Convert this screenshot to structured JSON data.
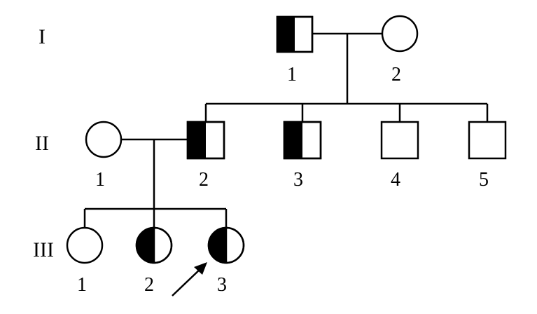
{
  "generations": [
    {
      "label": "I",
      "members": [
        {
          "number": "1",
          "sex": "male",
          "status": "half-affected"
        },
        {
          "number": "2",
          "sex": "female",
          "status": "unaffected"
        }
      ]
    },
    {
      "label": "II",
      "members": [
        {
          "number": "1",
          "sex": "female",
          "status": "unaffected"
        },
        {
          "number": "2",
          "sex": "male",
          "status": "half-affected"
        },
        {
          "number": "3",
          "sex": "male",
          "status": "half-affected"
        },
        {
          "number": "4",
          "sex": "male",
          "status": "unaffected"
        },
        {
          "number": "5",
          "sex": "male",
          "status": "unaffected"
        }
      ]
    },
    {
      "label": "III",
      "members": [
        {
          "number": "1",
          "sex": "female",
          "status": "unaffected"
        },
        {
          "number": "2",
          "sex": "female",
          "status": "half-affected"
        },
        {
          "number": "3",
          "sex": "female",
          "status": "half-affected",
          "proband": true
        }
      ]
    }
  ],
  "colors": {
    "line": "#000000",
    "affected": "#000000",
    "background": "#ffffff"
  }
}
